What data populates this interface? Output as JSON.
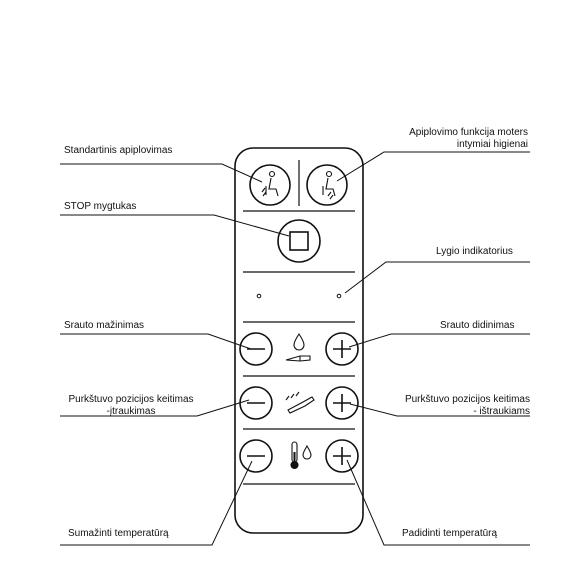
{
  "labels": {
    "standard_wash": "Standartinis apiplovimas",
    "stop_button": "STOP mygtukas",
    "flow_decrease": "Srauto mažinimas",
    "nozzle_retract_in_1": "Purkštuvo pozicijos keitimas",
    "nozzle_retract_in_2": "-įtraukimas",
    "temp_decrease": "Sumažinti temperatūrą",
    "feminine_wash_1": "Apiplovimo funkcija moters",
    "feminine_wash_2": "intymiai higienai",
    "level_indicator": "Lygio indikatorius",
    "flow_increase": "Srauto didinimas",
    "nozzle_extend_1": "Purkštuvo pozicijos keitimas",
    "nozzle_extend_2": "- ištraukiams",
    "temp_increase": "Padidinti temperatūrą"
  },
  "icons": {
    "standard_wash_button": "seated-person-rear-wash-icon",
    "feminine_wash_button": "seated-person-front-wash-icon",
    "stop_button": "square-stop-icon",
    "flow_minus": "minus-icon",
    "flow_plus": "plus-icon",
    "flow_center": "water-drop-nozzle-icon",
    "position_minus": "minus-icon",
    "position_plus": "plus-icon",
    "position_center": "nozzle-position-icon",
    "temp_minus": "minus-icon",
    "temp_plus": "plus-icon",
    "temp_center": "thermometer-drop-icon"
  }
}
